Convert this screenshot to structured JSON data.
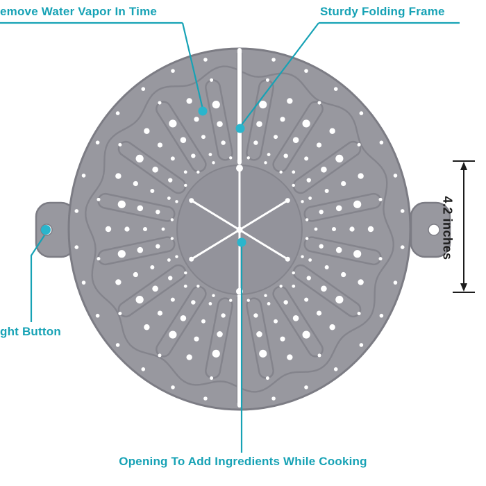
{
  "colors": {
    "accent": "#16a2b5",
    "dot": "#2ab5cc",
    "measure": "#1c1c1c",
    "background": "#ffffff"
  },
  "product": {
    "body": "#98989f",
    "outline": "#7c7c84",
    "pattern": "#84848c",
    "center": "#93939b",
    "hole": "#ffffff"
  },
  "annotations": {
    "top_left": "emove Water Vapor In Time",
    "top_right": "Sturdy Folding Frame",
    "right_measure": "4.2 inches",
    "bottom_left": "ght Button",
    "bottom_center": "Opening To Add Ingredients While Cooking"
  }
}
